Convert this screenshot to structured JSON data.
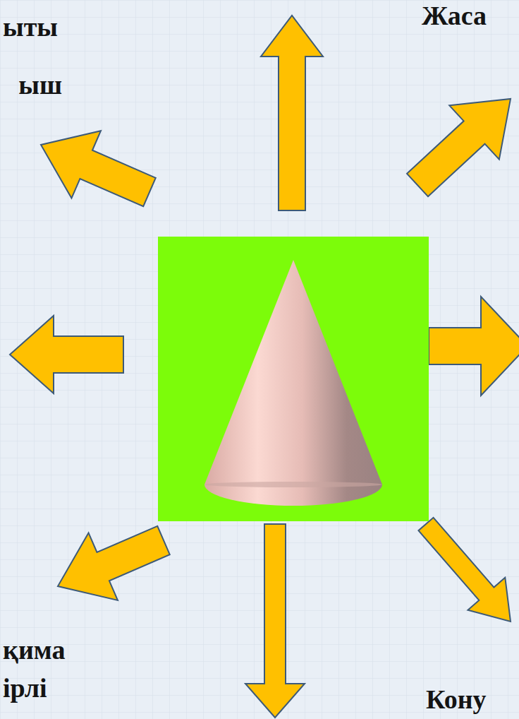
{
  "diagram": {
    "labels": [
      "ыты",
      "ыш",
      "Жаса",
      "қима",
      "ірлі",
      "Кону"
    ]
  }
}
